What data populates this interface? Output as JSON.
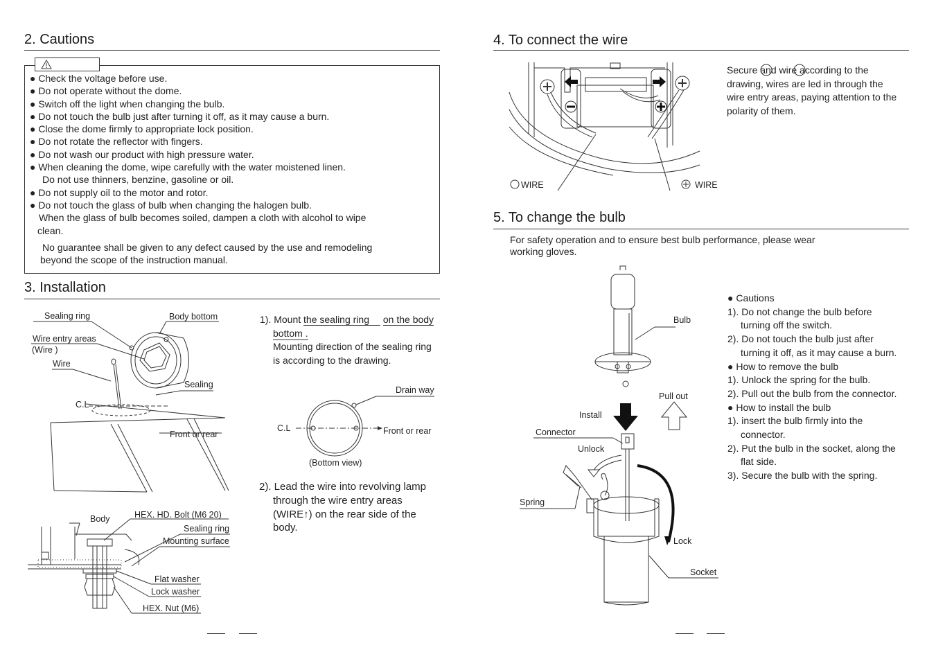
{
  "cautions": {
    "title": "2. Cautions",
    "items": [
      "● Check the voltage before use.",
      "● Do not operate without the dome.",
      "● Switch off the light when changing the bulb.",
      "● Do not touch the bulb just after turning it off, as it may cause a burn.",
      "● Close the dome firmly to appropriate lock position.",
      "● Do not rotate the reflector with fingers.",
      "● Do not wash our product with high pressure water.",
      "● When cleaning the dome, wipe carefully with the water moistened linen.",
      "Do not use thinners, benzine, gasoline or oil.",
      "● Do not supply oil to the motor and rotor.",
      "● Do not touch the glass of bulb when changing the halogen bulb.",
      "When the glass of bulb becomes soiled, dampen a cloth with alcohol to wipe",
      "clean."
    ],
    "guarantee_line1": "No guarantee shall be given to any defect caused by the use and remodeling",
    "guarantee_line2": "beyond the  scope of the instruction manual."
  },
  "installation": {
    "title": "3. Installation",
    "labels": {
      "sealing_ring": "Sealing ring",
      "body_bottom": "Body bottom",
      "wire_entry": "Wire entry areas",
      "wire_paren": "(Wire     )",
      "wire": "Wire",
      "sealing": "Sealing",
      "cl": "C.L",
      "front_rear": "Front or rear",
      "body": "Body",
      "hex_bolt": "HEX. HD. Bolt (M6    20)",
      "sealing_ring2": "Sealing ring",
      "mounting_surface": "Mounting surface",
      "flat_washer": "Flat washer",
      "lock_washer": "Lock washer",
      "hex_nut": "HEX. Nut (M6)",
      "drain_way": "Drain way",
      "cl2": "C.L",
      "front_rear2": "Front or rear",
      "bottom_view": "(Bottom view)"
    },
    "step1_a": "1). Mount ",
    "step1_b": "the sealing ring",
    "step1_c": "on the body",
    "step1_d": "bottom    .",
    "step1_e": "Mounting direction of the sealing ring",
    "step1_f": "is according to the drawing.",
    "step2_lines": [
      "2). Lead the wire into revolving lamp",
      "through the wire entry areas",
      "(WIRE↑) on the rear side of the",
      "body."
    ]
  },
  "connect": {
    "title": "4. To connect the wire",
    "desc_lines": [
      "Secure      and      wire according to the",
      "drawing, wires are led in through the",
      "wire entry areas, paying attention to the",
      "polarity of them."
    ],
    "minus_wire": "WIRE",
    "plus_wire": "WIRE"
  },
  "bulb": {
    "title": "5. To change the bulb",
    "intro_line1": "For safety operation and to ensure best bulb performance, please wear",
    "intro_line2": "working gloves.",
    "labels": {
      "bulb": "Bulb",
      "pull_out": "Pull out",
      "install": "Install",
      "connector": "Connector",
      "unlock": "Unlock",
      "spring": "Spring",
      "lock": "Lock",
      "socket": "Socket"
    },
    "notes": [
      "● Cautions",
      "1). Do not change the bulb before",
      "turning off the switch.",
      "2). Do not touch the bulb just after",
      "turning it off, as it may cause a burn.",
      "●  How to remove the bulb",
      "1). Unlock the spring for the bulb.",
      "2). Pull out the bulb from the connector.",
      "●  How to install the bulb",
      "1). insert the bulb firmly into the",
      "connector.",
      "2). Put the bulb in the socket, along the",
      "flat side.",
      "3). Secure the bulb with the spring."
    ]
  }
}
